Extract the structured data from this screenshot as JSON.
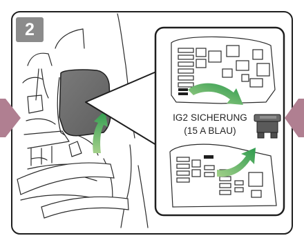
{
  "step": {
    "number": "2"
  },
  "fuse_callout": {
    "line1": "IG2 SICHERUNG",
    "line2": "(15 A BLAU)"
  },
  "colors": {
    "border": "#1e1e1e",
    "badge": "#8b8b8b",
    "nav_arrow": "#b07f91",
    "arrow_green_light": "#a4d08a",
    "arrow_green_dark": "#2e9b4e",
    "fuse_gray": "#555555"
  },
  "icons": [
    "left-arrow-icon",
    "right-arrow-icon",
    "fuse-icon",
    "green-curved-arrow-icon"
  ]
}
